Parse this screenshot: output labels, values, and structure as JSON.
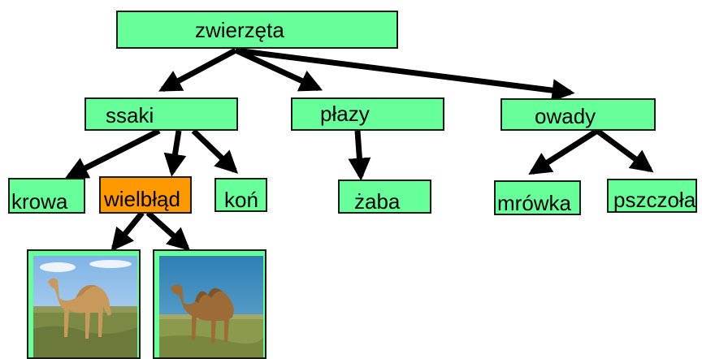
{
  "nodes": {
    "root": "zwierzęta",
    "ssaki": "ssaki",
    "plazy": "płazy",
    "owady": "owady",
    "krowa": "krowa",
    "wielblad": "wielbłąd",
    "kon": "koń",
    "zaba": "żaba",
    "mrowka": "mrówka",
    "pszczola": "pszczoła"
  },
  "photos": [
    {
      "subject": "dromedary-camel"
    },
    {
      "subject": "bactrian-camel"
    }
  ],
  "colors": {
    "node_fill": "#66ff99",
    "highlight_fill": "#ff9900",
    "border": "#1a1a1a",
    "arrow": "#000000"
  }
}
